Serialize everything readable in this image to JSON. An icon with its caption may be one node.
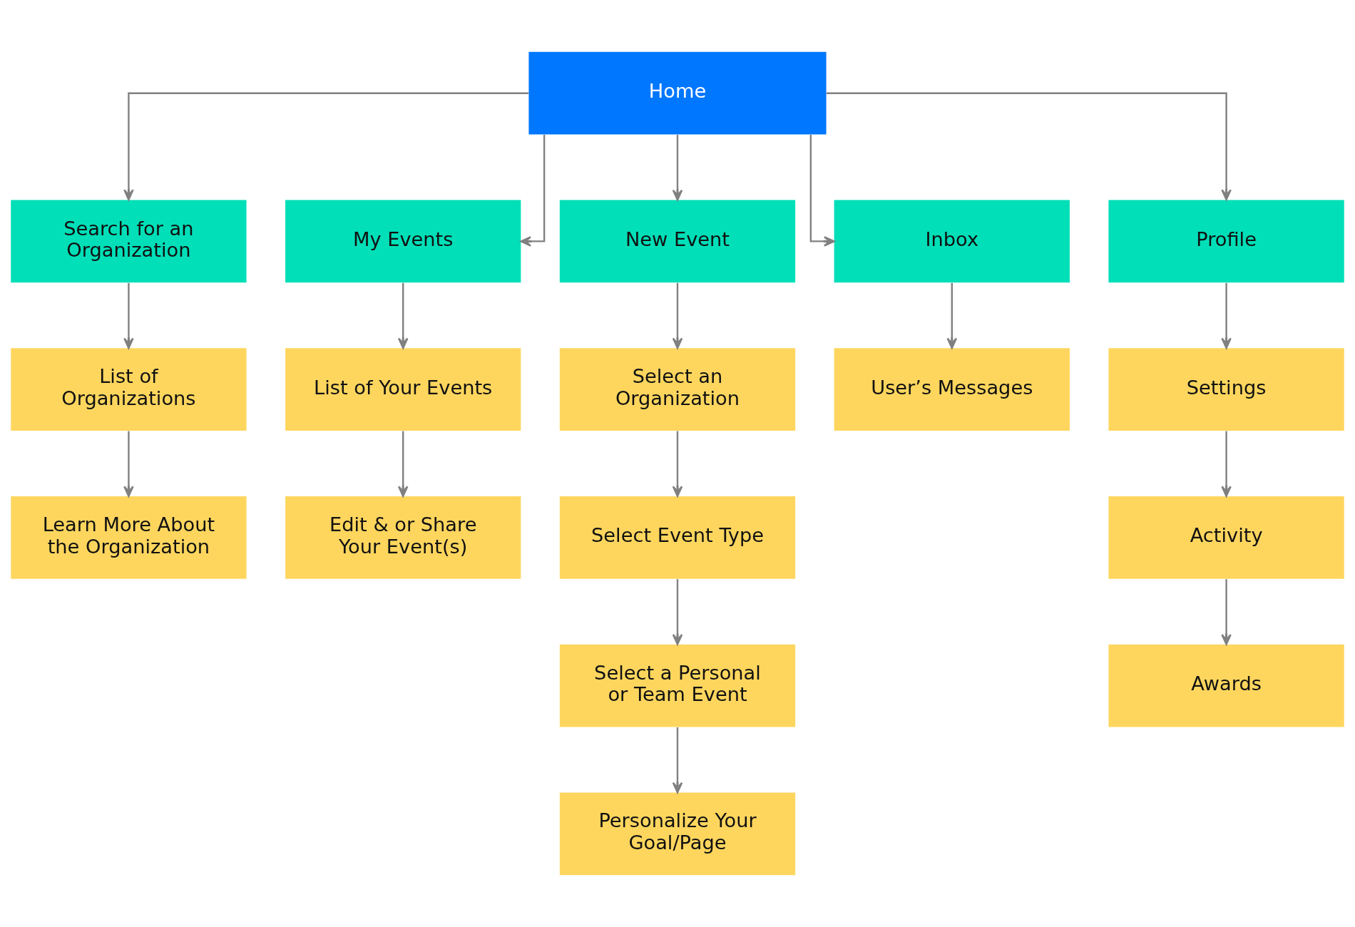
{
  "diagram": {
    "nodes": [
      {
        "text": [
          "Home"
        ]
      },
      {
        "text": [
          "Search for an Organization"
        ]
      },
      {
        "text": [
          "My Events"
        ]
      },
      {
        "text": [
          "New Event"
        ]
      },
      {
        "text": [
          "Inbox"
        ]
      },
      {
        "text": [
          "Profile"
        ]
      },
      {
        "text": [
          "List of Organizations"
        ]
      },
      {
        "text": [
          "List of Your Events"
        ]
      },
      {
        "text": [
          "Select an Organization"
        ]
      },
      {
        "text": [
          "User’s Messages"
        ]
      },
      {
        "text": [
          "Settings"
        ]
      },
      {
        "text": [
          "Learn More About the Organization"
        ]
      },
      {
        "text": [
          "Edit & or Share Your Event(s)"
        ]
      },
      {
        "text": [
          "Select Event Type"
        ]
      },
      {
        "text": [
          "Activity"
        ]
      },
      {
        "text": [
          "Select a Personal or Team Event"
        ]
      },
      {
        "text": [
          "Awards"
        ]
      },
      {
        "text": [
          "Personalize Your Goal/Page"
        ]
      }
    ],
    "edges": [
      {
        "from": 0,
        "to": 1,
        "arrow": "to"
      },
      {
        "from": 0,
        "to": 2,
        "arrow": "to"
      },
      {
        "from": 0,
        "to": 3,
        "arrow": "to"
      },
      {
        "from": 0,
        "to": 4,
        "arrow": "to"
      },
      {
        "from": 0,
        "to": 5,
        "arrow": "to"
      },
      {
        "from": 1,
        "to": 6,
        "arrow": "to"
      },
      {
        "from": 6,
        "to": 11,
        "arrow": "to"
      },
      {
        "from": 2,
        "to": 7,
        "arrow": "to"
      },
      {
        "from": 7,
        "to": 12,
        "arrow": "to"
      },
      {
        "from": 3,
        "to": 8,
        "arrow": "to"
      },
      {
        "from": 8,
        "to": 13,
        "arrow": "to"
      },
      {
        "from": 13,
        "to": 15,
        "arrow": "to"
      },
      {
        "from": 15,
        "to": 17,
        "arrow": "to"
      },
      {
        "from": 4,
        "to": 9,
        "arrow": "to"
      },
      {
        "from": 5,
        "to": 10,
        "arrow": "to"
      },
      {
        "from": 10,
        "to": 14,
        "arrow": "to"
      },
      {
        "from": 14,
        "to": 16,
        "arrow": "to"
      }
    ]
  }
}
